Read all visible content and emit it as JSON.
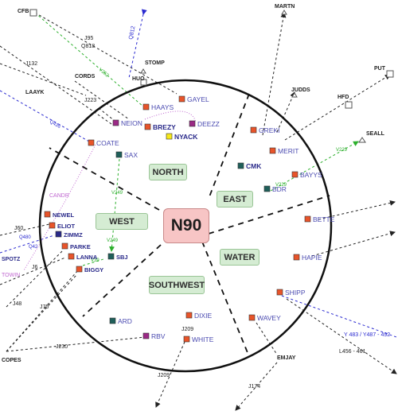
{
  "center_label": "N90",
  "sectors": {
    "north": "NORTH",
    "east": "EAST",
    "west": "WEST",
    "water": "WATER",
    "southwest": "SOUTHWEST"
  },
  "colors": {
    "orange": "#e8542a",
    "purple": "#9b2a86",
    "teal": "#1f5f5a",
    "yellow": "#f7e81a",
    "navy": "#2a2a8a",
    "blue_label": "#4a4ab0",
    "green_route": "#2db02d",
    "blue_route": "#2a2ad0",
    "pink_route": "#c068d0"
  },
  "airports": [
    {
      "id": "haays",
      "label": "HAAYS",
      "marker": "orange",
      "bold": false
    },
    {
      "id": "gayel",
      "label": "GAYEL",
      "marker": "orange",
      "bold": false
    },
    {
      "id": "neion",
      "label": "NEION",
      "marker": "purple",
      "bold": false
    },
    {
      "id": "brezy",
      "label": "BREZY",
      "marker": "orange",
      "bold": true
    },
    {
      "id": "deezz",
      "label": "DEEZZ",
      "marker": "purple",
      "bold": false
    },
    {
      "id": "nyack",
      "label": "NYACK",
      "marker": "yellow",
      "bold": true
    },
    {
      "id": "coate",
      "label": "COATE",
      "marker": "orange",
      "bold": false
    },
    {
      "id": "sax",
      "label": "SAX",
      "marker": "teal",
      "bold": false
    },
    {
      "id": "greki",
      "label": "GREKI",
      "marker": "orange",
      "bold": false
    },
    {
      "id": "merit",
      "label": "MERIT",
      "marker": "orange",
      "bold": false
    },
    {
      "id": "cmk",
      "label": "CMK",
      "marker": "teal",
      "bold": true
    },
    {
      "id": "bayys",
      "label": "BAYYS",
      "marker": "orange",
      "bold": false
    },
    {
      "id": "bdr",
      "label": "BDR",
      "marker": "teal",
      "bold": false
    },
    {
      "id": "bette",
      "label": "BETTE",
      "marker": "orange",
      "bold": false
    },
    {
      "id": "hapie",
      "label": "HAPIE",
      "marker": "orange",
      "bold": false
    },
    {
      "id": "newel",
      "label": "NEWEL",
      "marker": "orange",
      "bold": true
    },
    {
      "id": "eliot",
      "label": "ELIOT",
      "marker": "orange",
      "bold": true
    },
    {
      "id": "zimmz",
      "label": "ZIMMZ",
      "marker": "navy",
      "bold": true
    },
    {
      "id": "parke",
      "label": "PARKE",
      "marker": "orange",
      "bold": true
    },
    {
      "id": "lanna",
      "label": "LANNA",
      "marker": "orange",
      "bold": true
    },
    {
      "id": "sbj",
      "label": "SBJ",
      "marker": "teal",
      "bold": true
    },
    {
      "id": "biggy",
      "label": "BIGGY",
      "marker": "orange",
      "bold": true
    },
    {
      "id": "shipp",
      "label": "SHIPP",
      "marker": "orange",
      "bold": false
    },
    {
      "id": "dixie",
      "label": "DIXIE",
      "marker": "orange",
      "bold": false
    },
    {
      "id": "wavey",
      "label": "WAVEY",
      "marker": "orange",
      "bold": false
    },
    {
      "id": "ard",
      "label": "ARD",
      "marker": "teal",
      "bold": false
    },
    {
      "id": "rbv",
      "label": "RBV",
      "marker": "purple",
      "bold": false
    },
    {
      "id": "white",
      "label": "WHITE",
      "marker": "orange",
      "bold": false
    }
  ],
  "fixes": {
    "cfb": "CFB",
    "martn": "MARTN",
    "stomp": "STOMP",
    "huo": "HUO",
    "judds": "JUDDS",
    "put": "PUT",
    "hfd": "HFD",
    "laayk": "LAAYK",
    "cords": "CORDS",
    "seall": "SEALL",
    "candr": "CANDR",
    "spotz": "SPOTZ",
    "towin": "TOWIN",
    "copes": "COPES",
    "emjay": "EMJAY"
  },
  "routes": {
    "j95": "J95",
    "q818": "Q818",
    "q812": "Q812",
    "v252": "V252",
    "j132": "J132",
    "j223": "J223",
    "q436": "Q436",
    "v229a": "V229",
    "v229b": "V229",
    "v249a": "V249",
    "v249b": "V249",
    "v39": "V39",
    "j60": "J60",
    "j6": "J6",
    "q480": "Q480",
    "q42": "Q42",
    "j48": "J48",
    "j75": "J75",
    "j230": "J230",
    "j209a": "J209",
    "j209b": "J209",
    "j174": "J174",
    "y483": "Y 483 / Y487 - 492",
    "l456": "L456 - 461"
  }
}
